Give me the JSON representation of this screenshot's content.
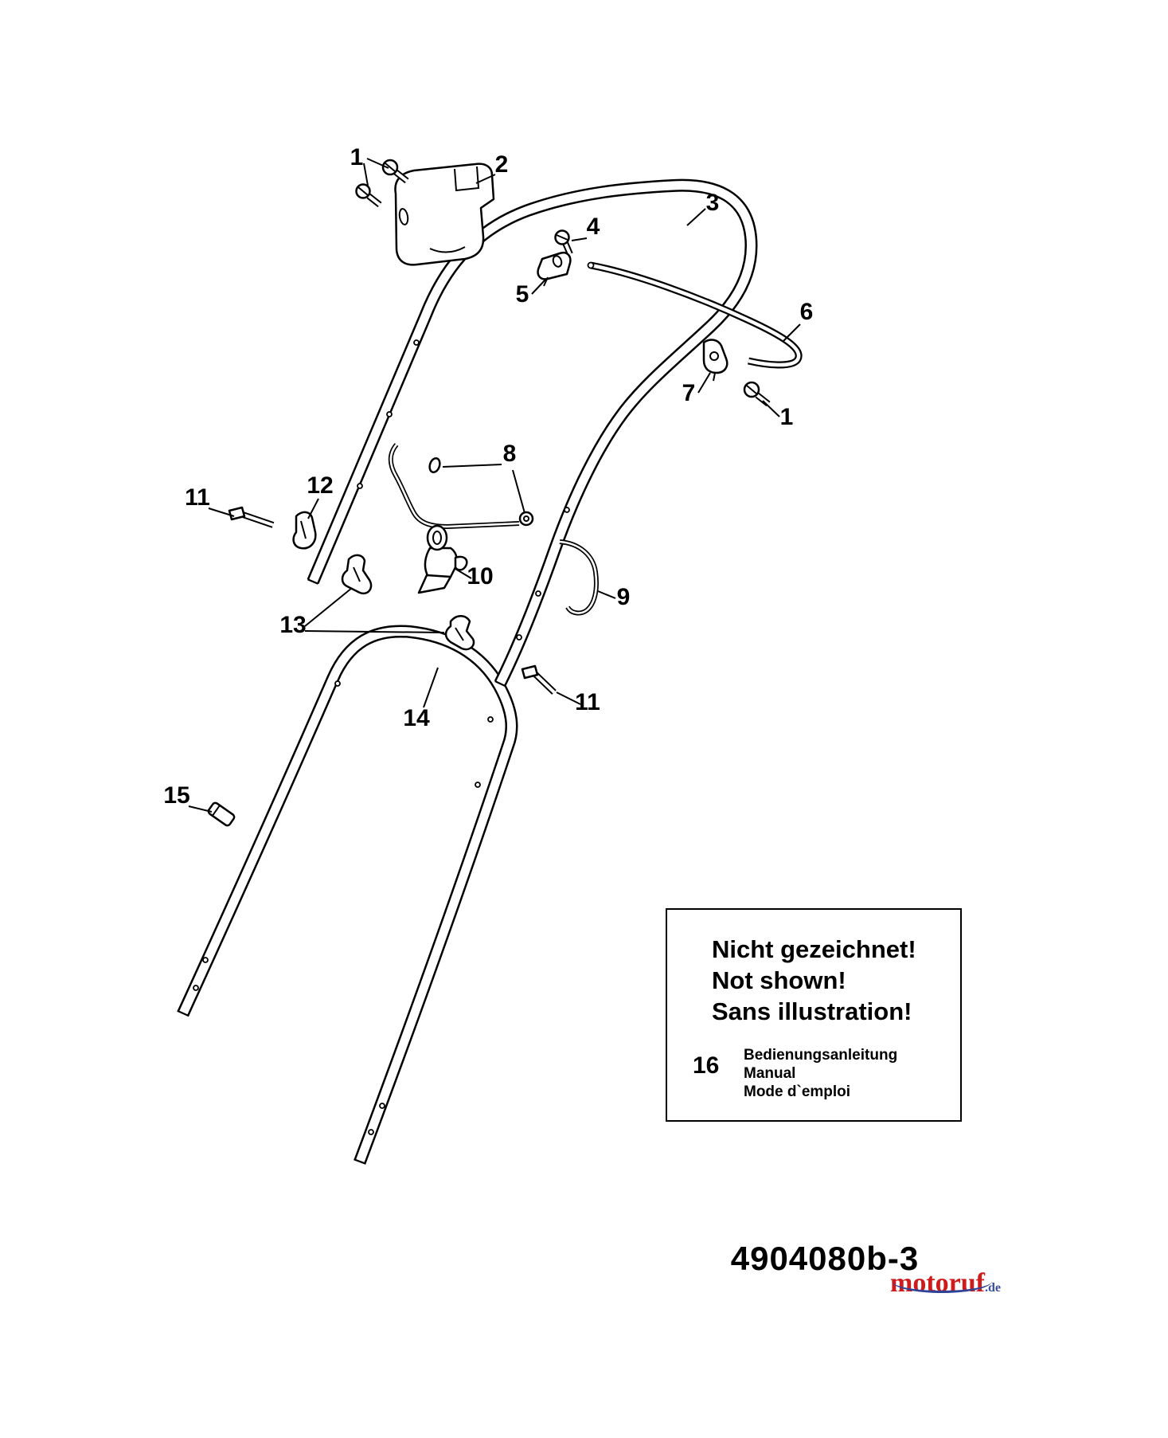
{
  "callouts": [
    {
      "label": "1"
    },
    {
      "label": "2"
    },
    {
      "label": "3"
    },
    {
      "label": "4"
    },
    {
      "label": "5"
    },
    {
      "label": "6"
    },
    {
      "label": "7"
    },
    {
      "label": "1"
    },
    {
      "label": "8"
    },
    {
      "label": "12"
    },
    {
      "label": "11"
    },
    {
      "label": "10"
    },
    {
      "label": "9"
    },
    {
      "label": "13"
    },
    {
      "label": "14"
    },
    {
      "label": "11"
    },
    {
      "label": "15"
    }
  ],
  "notice_box": {
    "title_lines": [
      "Nicht gezeichnet!",
      "Not shown!",
      "Sans illustration!"
    ],
    "item_number": "16",
    "item_description_lines": [
      "Bedienungsanleitung",
      "Manual",
      "Mode d`emploi"
    ]
  },
  "footer": {
    "part_number": "4904080b-3"
  },
  "watermark": {
    "brand": "motoruf",
    "suffix": ".de"
  },
  "colors": {
    "line": "#000000",
    "brand_red": "#cf1b1b",
    "brand_blue": "#2f4396"
  }
}
